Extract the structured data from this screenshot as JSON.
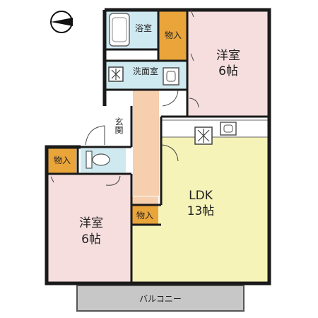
{
  "rooms": {
    "bath": "浴室",
    "closet_top": "物入",
    "western_top": "洋室",
    "western_top_size": "6帖",
    "washroom": "洗面室",
    "entrance": "玄関",
    "closet_left": "物入",
    "ldk": "LDK",
    "ldk_size": "13帖",
    "closet_mid": "物入",
    "western_bottom": "洋室",
    "western_bottom_size": "6帖",
    "balcony": "バルコニー"
  },
  "colors": {
    "western_room": "#f6dede",
    "ldk": "#f6f3b8",
    "closet": "#e9a43a",
    "wet_area": "#cfe9f1",
    "hall": "#f5cfae",
    "balcony": "#c7c7c7"
  },
  "icons": {
    "compass": "north-arrow-icon",
    "ventilation": "ventilation-fan-icon",
    "sink": "sink-icon",
    "toilet": "toilet-icon",
    "bathtub": "bathtub-icon",
    "kitchen": "kitchen-sink-icon"
  }
}
